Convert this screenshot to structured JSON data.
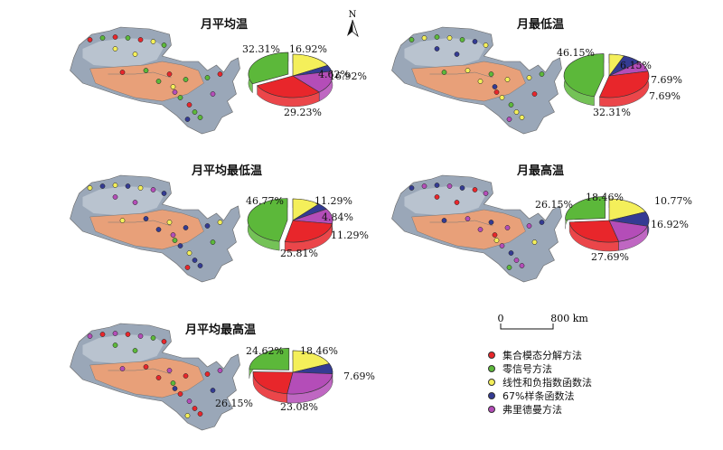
{
  "chart_data": [
    {
      "type": "pie",
      "title": "月平均温",
      "series": [
        {
          "name": "集合模态分解方法",
          "value": 29.23,
          "label": "29.23%"
        },
        {
          "name": "零信号方法",
          "value": 32.31,
          "label": "32.31%"
        },
        {
          "name": "线性和负指数函数法",
          "value": 16.92,
          "label": "16.92%"
        },
        {
          "name": "67%样条函数法",
          "value": 4.62,
          "label": "4.62%"
        },
        {
          "name": "弗里德曼方法",
          "value": 16.92,
          "label": "16.92%"
        }
      ]
    },
    {
      "type": "pie",
      "title": "月最低温",
      "series": [
        {
          "name": "集合模态分解方法",
          "value": 32.31,
          "label": "32.31%"
        },
        {
          "name": "零信号方法",
          "value": 46.15,
          "label": "46.15%"
        },
        {
          "name": "线性和负指数函数法",
          "value": 6.15,
          "label": "6.15%"
        },
        {
          "name": "67%样条函数法",
          "value": 7.69,
          "label": "7.69%"
        },
        {
          "name": "弗里德曼方法",
          "value": 7.69,
          "label": "7.69%"
        }
      ]
    },
    {
      "type": "pie",
      "title": "月平均最低温",
      "series": [
        {
          "name": "集合模态分解方法",
          "value": 25.81,
          "label": "25.81%"
        },
        {
          "name": "零信号方法",
          "value": 46.77,
          "label": "46.77%"
        },
        {
          "name": "线性和负指数函数法",
          "value": 11.29,
          "label": "11.29%"
        },
        {
          "name": "67%样条函数法",
          "value": 4.84,
          "label": "4.84%"
        },
        {
          "name": "弗里德曼方法",
          "value": 11.29,
          "label": "11.29%"
        }
      ]
    },
    {
      "type": "pie",
      "title": "月最高温",
      "series": [
        {
          "name": "集合模态分解方法",
          "value": 27.69,
          "label": "27.69%"
        },
        {
          "name": "零信号方法",
          "value": 26.15,
          "label": "26.15%"
        },
        {
          "name": "线性和负指数函数法",
          "value": 18.46,
          "label": "18.46%"
        },
        {
          "name": "67%样条函数法",
          "value": 10.77,
          "label": "10.77%"
        },
        {
          "name": "弗里德曼方法",
          "value": 16.92,
          "label": "16.92%"
        }
      ]
    },
    {
      "type": "pie",
      "title": "月平均最高温",
      "series": [
        {
          "name": "集合模态分解方法",
          "value": 23.08,
          "label": "23.08%"
        },
        {
          "name": "零信号方法",
          "value": 24.62,
          "label": "24.62%"
        },
        {
          "name": "线性和负指数函数法",
          "value": 18.46,
          "label": "18.46%"
        },
        {
          "name": "67%样条函数法",
          "value": 7.69,
          "label": "7.69%"
        },
        {
          "name": "弗里德曼方法",
          "value": 26.15,
          "label": "26.15%"
        }
      ]
    }
  ],
  "legend": {
    "items": [
      {
        "name": "集合模态分解方法",
        "color": "#e8262b"
      },
      {
        "name": "零信号方法",
        "color": "#5cb83a"
      },
      {
        "name": "线性和负指数函数法",
        "color": "#f4ef5a"
      },
      {
        "name": "67%样条函数法",
        "color": "#343b93"
      },
      {
        "name": "弗里德曼方法",
        "color": "#b44db8"
      }
    ]
  },
  "north_arrow": {
    "label": "N",
    "icon": "north-arrow-icon"
  },
  "scale_bar": {
    "start": "0",
    "end": "800 km"
  }
}
